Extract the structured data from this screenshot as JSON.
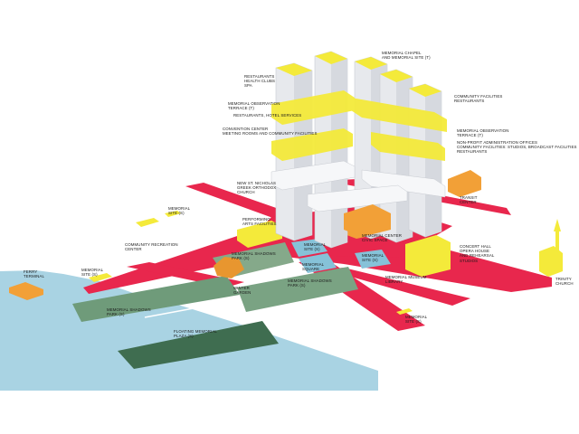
{
  "colors": {
    "water": "#a9d3e3",
    "red": "#e8274d",
    "yellow": "#f4ea3a",
    "orange": "#f2a037",
    "green": "#4f7d60",
    "tower": "#e7e9ed",
    "plaza": "#86c2d8"
  },
  "labels": {
    "restaurants_health": "Restaurants\nHealth Clubs\nSpa",
    "observation_top": "Memorial Observation\nTerrace (T)",
    "restaurants_hotel": "Restaurants, Hotel Services",
    "convention": "Convention Center\nMeeting Rooms and Community Facilities",
    "chapel": "Memorial Chapel\nand Memorial Site (T)",
    "community_right": "Community Facilities\nRestaurants",
    "observation_right": "Memorial Observation\nTerrace (T)",
    "nonprofit": "Non-Profit Administration Offices\nCommunity Facilities: Studios, Broadcast Facilities\nRestaurants",
    "greek_church": "New St. Nicholas\nGreek Orthodox\nChurch",
    "memorial_site_left": "Memorial\nSite (S)",
    "transit": "Transit\nCenter",
    "performing": "Performing\nArts Facilities",
    "memorial_center": "Memorial Center\nCivic Space",
    "community_rec": "Community Recreation\nCenter",
    "memorial_shadows_top": "Memorial Shadows\nPark (S)",
    "memorial_site_a": "Memorial\nSite (S)",
    "memorial_square": "Memorial\nSquare",
    "memorial_site_b": "Memorial\nSite (S)",
    "concert": "Concert Hall\nOpera House\nand Rehearsal\nStudios",
    "ferry": "Ferry\nTerminal",
    "memorial_site_water": "Memorial\nSite (S)",
    "winter_garden": "Winter\nGarden",
    "memorial_shadows_mid": "Memorial Shadows\nPark (S)",
    "memorial_museum": "Memorial Museum\nLibrary",
    "trinity": "Trinity\nChurch",
    "memorial_shadows_left": "Memorial Shadows\nPark (S)",
    "memorial_site_bottom": "Memorial\nSite (S)",
    "floating_plazas": "Floating Memorial\nPlaza (S)"
  }
}
